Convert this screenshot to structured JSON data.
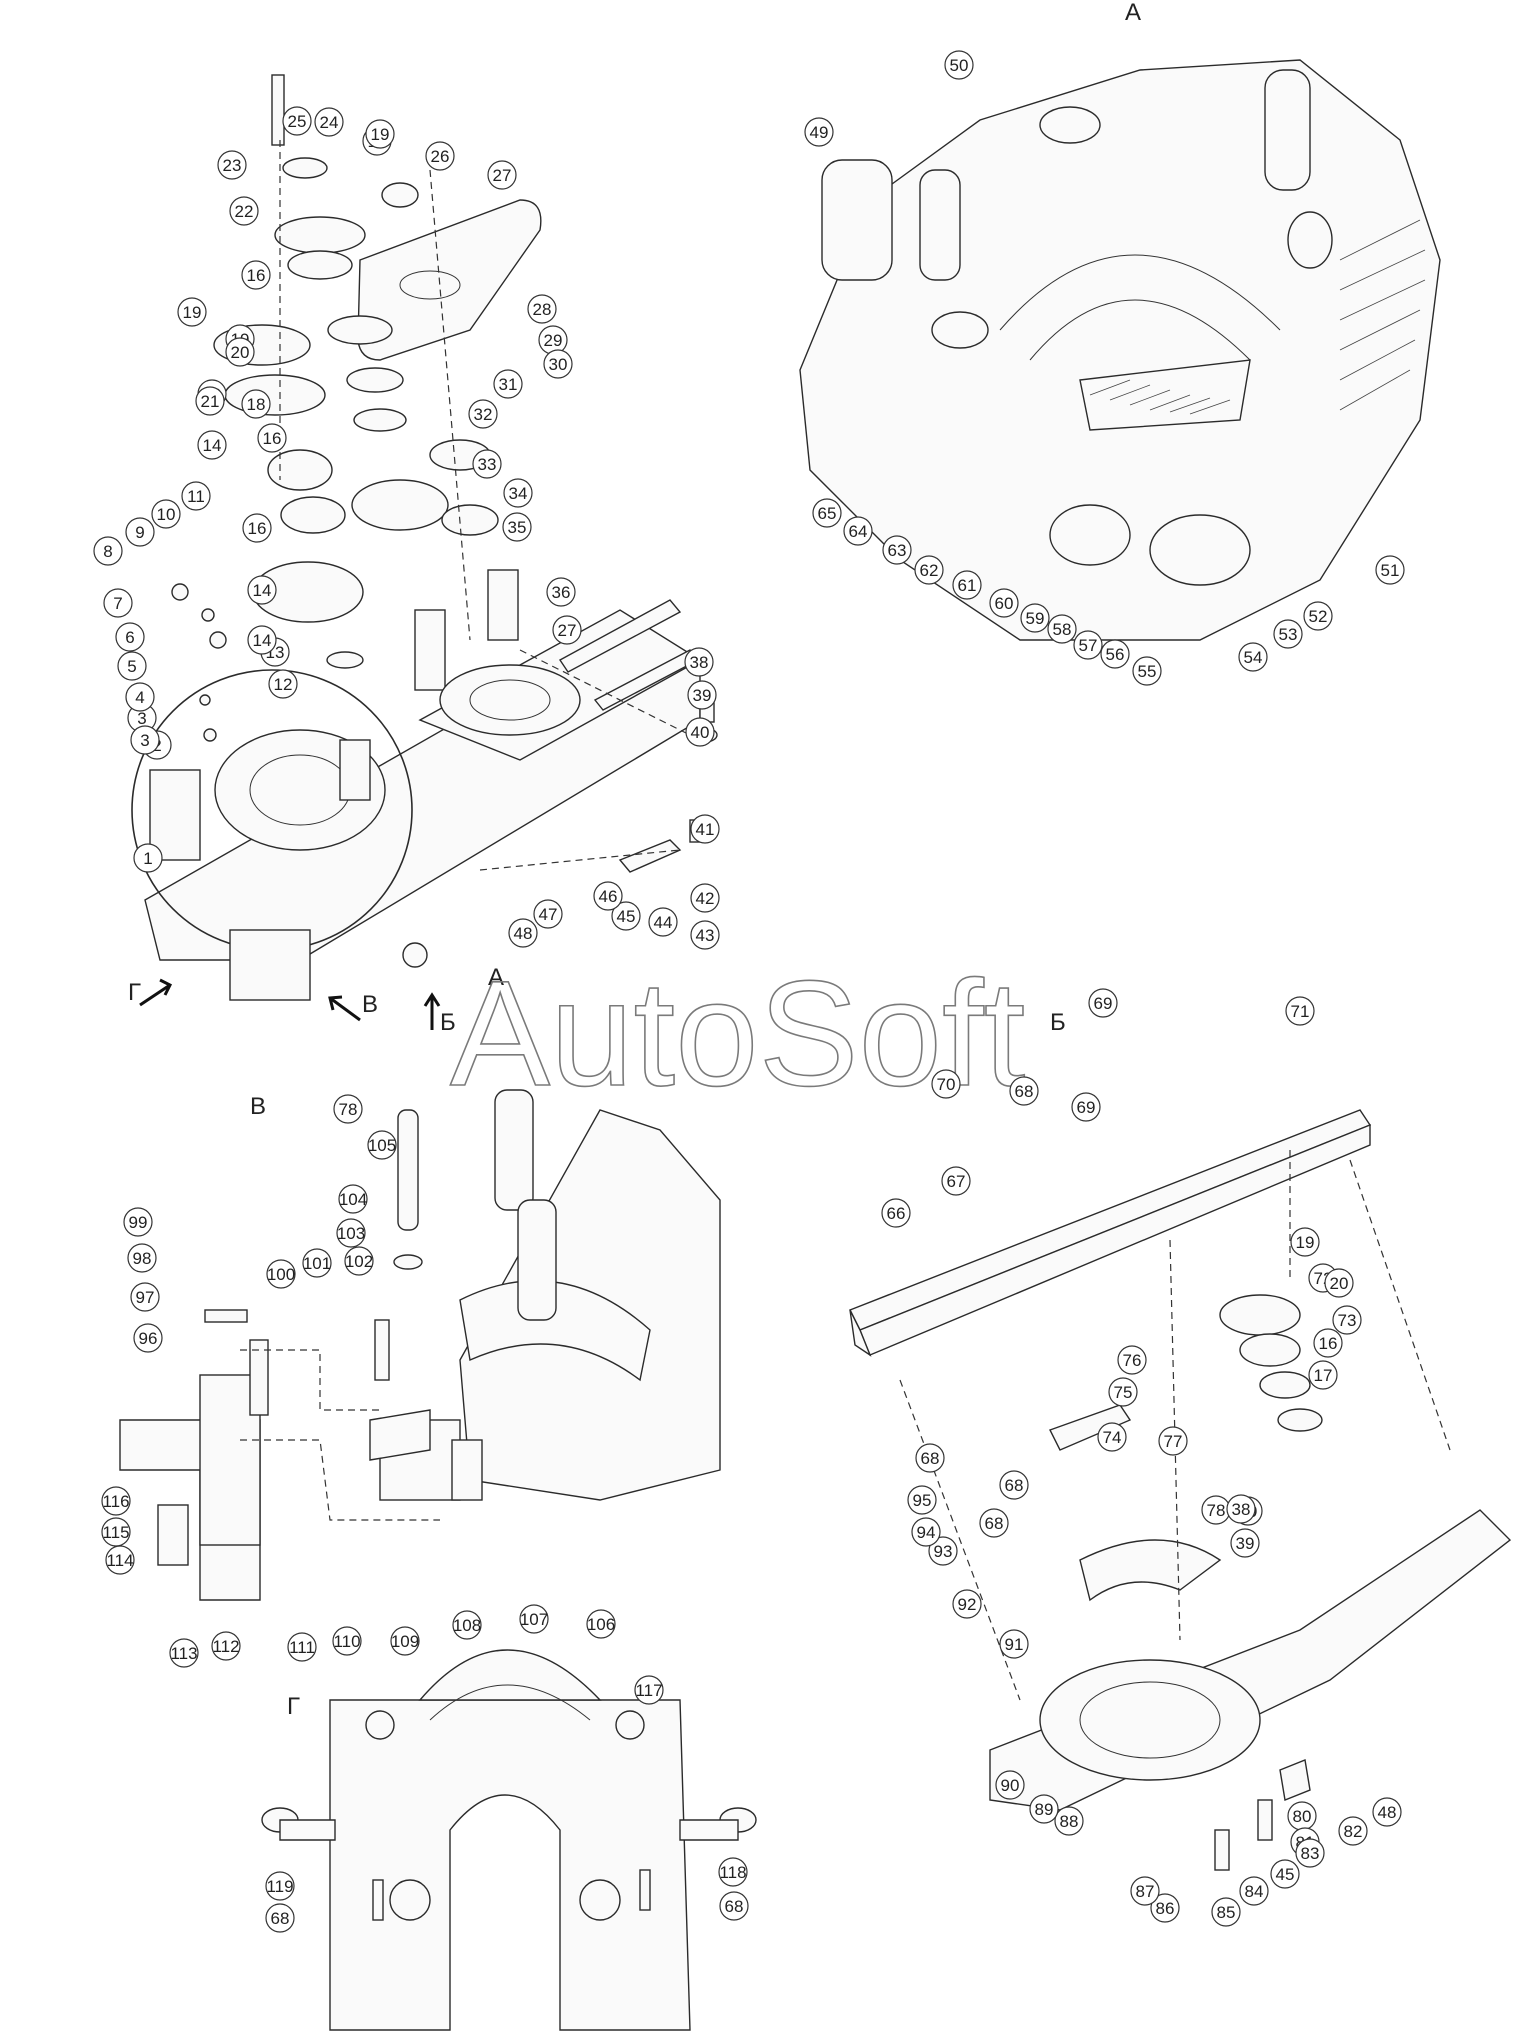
{
  "watermark": "AutoSoft",
  "views": [
    {
      "id": "A",
      "label": "А"
    },
    {
      "id": "B",
      "label": "Б"
    },
    {
      "id": "V",
      "label": "В"
    },
    {
      "id": "G",
      "label": "Г"
    }
  ],
  "direction_markers": [
    {
      "label": "Г"
    },
    {
      "label": "В"
    },
    {
      "label": "Б"
    },
    {
      "label": "А"
    }
  ],
  "callouts": [
    "1",
    "2",
    "3",
    "3",
    "4",
    "5",
    "6",
    "7",
    "8",
    "9",
    "10",
    "11",
    "12",
    "13",
    "14",
    "14",
    "14",
    "16",
    "16",
    "16",
    "17",
    "18",
    "19",
    "19",
    "19",
    "19",
    "20",
    "21",
    "22",
    "23",
    "24",
    "25",
    "26",
    "27",
    "27",
    "28",
    "29",
    "30",
    "31",
    "32",
    "33",
    "34",
    "35",
    "36",
    "38",
    "39",
    "40",
    "41",
    "42",
    "43",
    "44",
    "45",
    "46",
    "47",
    "48",
    "49",
    "50",
    "51",
    "52",
    "53",
    "54",
    "55",
    "56",
    "57",
    "58",
    "59",
    "60",
    "61",
    "62",
    "63",
    "64",
    "65",
    "66",
    "67",
    "68",
    "68",
    "68",
    "68",
    "69",
    "69",
    "70",
    "71",
    "72",
    "73",
    "74",
    "75",
    "76",
    "77",
    "19",
    "20",
    "16",
    "17",
    "78",
    "79",
    "38",
    "39",
    "80",
    "81",
    "82",
    "83",
    "45",
    "84",
    "85",
    "86",
    "87",
    "88",
    "89",
    "90",
    "91",
    "92",
    "93",
    "94",
    "95",
    "48",
    "78",
    "105",
    "104",
    "103",
    "102",
    "101",
    "100",
    "99",
    "98",
    "97",
    "96",
    "116",
    "115",
    "114",
    "113",
    "112",
    "111",
    "110",
    "109",
    "108",
    "107",
    "106",
    "117",
    "119",
    "68",
    "118",
    "68"
  ]
}
